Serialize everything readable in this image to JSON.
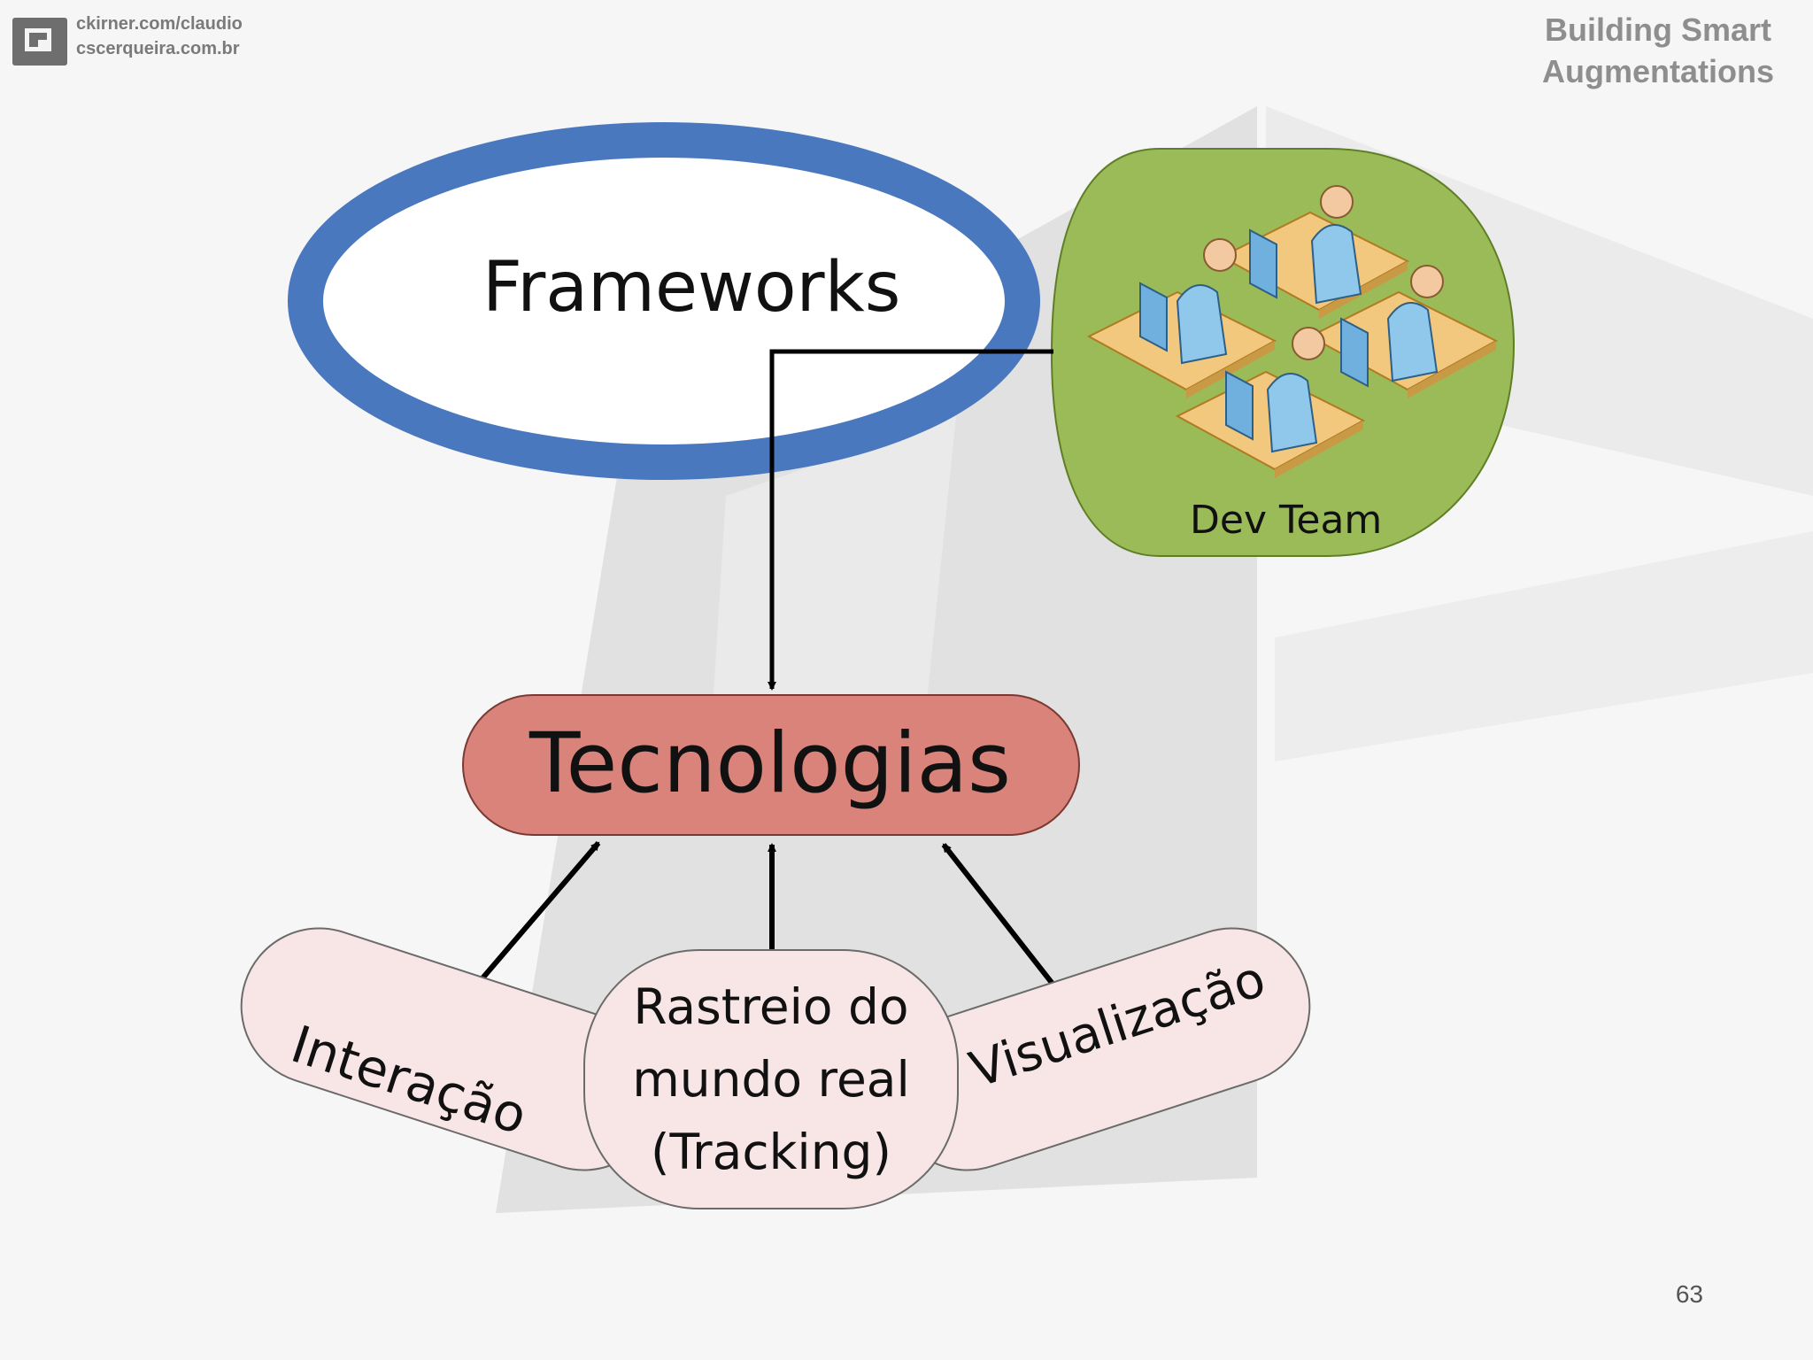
{
  "header": {
    "line1": "ckirner.com/claudio",
    "line2": "cscerqueira.com.br"
  },
  "title": {
    "line1": "Building Smart",
    "line2": "Augmentations"
  },
  "nodes": {
    "frameworks": "Frameworks",
    "dev_team": "Dev Team",
    "tecnologias": "Tecnologias",
    "interacao": "Interação",
    "rastreio": [
      "Rastreio do",
      "mundo real",
      "(Tracking)"
    ],
    "visualizacao": "Visualização"
  },
  "page_number": "63",
  "colors": {
    "ellipse_stroke": "#4a78bf",
    "dev_team_fill": "#9bbb59",
    "tecnologias_fill": "#d9837b",
    "input_fill": "#f8e6e6"
  }
}
